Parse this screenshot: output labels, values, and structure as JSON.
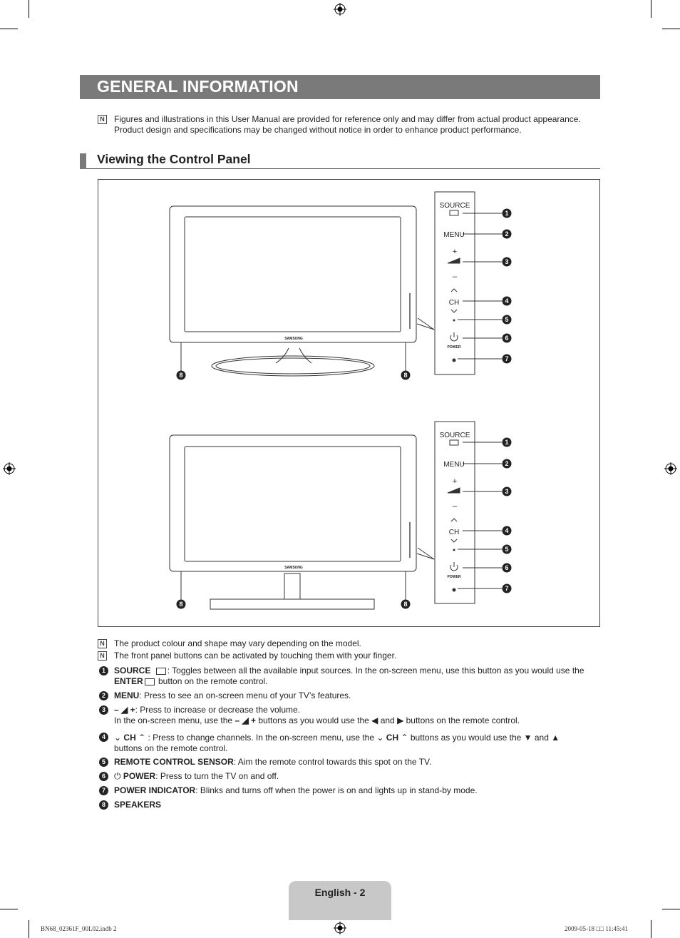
{
  "header": {
    "title": "GENERAL INFORMATION"
  },
  "notes_top": [
    "Figures and illustrations in this User Manual are provided for reference only and may differ from actual product appearance.",
    "Product design and specifications may be changed without notice in order to enhance product performance."
  ],
  "section": {
    "title": "Viewing the Control Panel"
  },
  "figure": {
    "panel": {
      "source": "SOURCE",
      "menu": "MENU",
      "plus": "+",
      "minus": "–",
      "ch": "CH",
      "power": "POWER"
    },
    "brand": "SAMSUNG",
    "callouts": [
      "1",
      "2",
      "3",
      "4",
      "5",
      "6",
      "7",
      "8"
    ]
  },
  "notes_bottom": [
    "The product colour and shape may vary depending on the model.",
    "The front panel buttons can be activated by touching them with your finger."
  ],
  "items": [
    {
      "num": "1",
      "bold": "SOURCE",
      "text": ": Toggles between all the available input sources. In the on-screen menu, use this button as you would use the",
      "bold2": "ENTER",
      "text2": " button on the remote control."
    },
    {
      "num": "2",
      "bold": "MENU",
      "text": ": Press to see an on-screen menu of your TV’s features."
    },
    {
      "num": "3",
      "text": ": Press to increase or decrease the volume.",
      "text2a": "In the on-screen menu, use the",
      "text2b": "buttons as you would use the ◀ and ▶ buttons on the remote control."
    },
    {
      "num": "4",
      "bold": "CH",
      "text": ": Press to change channels. In the on-screen menu, use the",
      "text_b": "buttons as you would use the ▼ and ▲",
      "text2": "buttons on the remote control."
    },
    {
      "num": "5",
      "bold": "REMOTE CONTROL SENSOR",
      "text": ": Aim the remote control towards this spot on the TV."
    },
    {
      "num": "6",
      "bold": "POWER",
      "text": ": Press to turn the TV on and off."
    },
    {
      "num": "7",
      "bold": "POWER INDICATOR",
      "text": ": Blinks and turns off when the power is on and lights up in stand-by mode."
    },
    {
      "num": "8",
      "bold": "SPEAKERS"
    }
  ],
  "footer": {
    "page": "English - 2"
  },
  "print_info": {
    "left": "BN68_02361F_00L02.indb   2",
    "right": "2009-05-18   □□ 11:45:41"
  }
}
